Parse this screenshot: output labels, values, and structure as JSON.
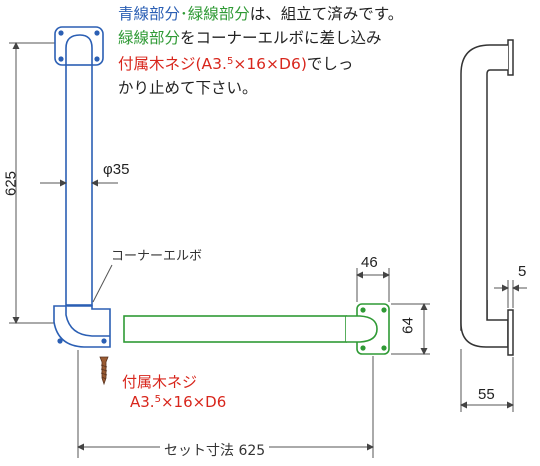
{
  "note": {
    "blue_part": "青線部分",
    "separator": "･",
    "green_part": "緑線部分",
    "line1_rest": "は、組立て済みです。",
    "line2_green": "緑線部分",
    "line2_rest": "をコーナーエルボに差し込み",
    "line3_red_a": "付属木ネジ(A3.",
    "line3_red_sup": "5",
    "line3_red_b": "×16×D6)",
    "line3_rest": "でしっ",
    "line4": "かり止めて下さい。"
  },
  "labels": {
    "height": "625",
    "diameter": "φ35",
    "corner_elbow": "コーナーエルボ",
    "screw_title": "付属木ネジ",
    "screw_spec_a": "A3.",
    "screw_spec_sup": "5",
    "screw_spec_b": "×16×D6",
    "set_dimension": "セット寸法 625",
    "bracket_width": "46",
    "bracket_height": "64",
    "wall_gap": "5",
    "projection": "55"
  },
  "colors": {
    "blue": "#2b5fb4",
    "green": "#2f9a35",
    "red": "#d8261c",
    "gray_line": "#555555"
  }
}
